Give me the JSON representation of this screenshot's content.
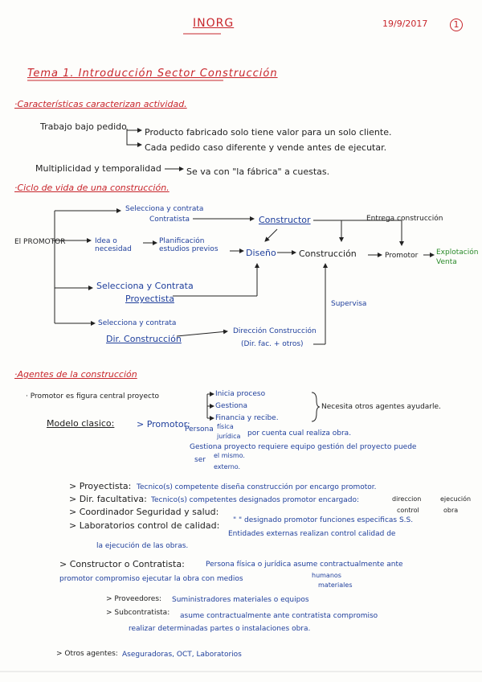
{
  "header": {
    "subject": "INORG",
    "date": "19/9/2017",
    "page_number": "1"
  },
  "title": "Tema 1. Introducción Sector Construcción",
  "section_caracteristicas": {
    "heading": "·Características caracterizan actividad.",
    "trabajo_bajo_pedido": "Trabajo bajo pedido",
    "tb_item1": "Producto fabricado solo tiene valor para un solo cliente.",
    "tb_item2": "Cada pedido caso diferente y vende antes de ejecutar.",
    "multiplicidad": "Multiplicidad y temporalidad",
    "multiplicidad_result": "Se va con \"la fábrica\" a cuestas."
  },
  "section_ciclo": {
    "heading": "·Ciclo de vida de una construcción.",
    "el_promotor": "El PROMOTOR",
    "idea": "Idea o necesidad",
    "planificacion": "Planificación estudios previos",
    "diseno": "Diseño",
    "construccion": "Construcción",
    "promotor": "Promotor",
    "explotacion": "Explotación",
    "venta": "Venta",
    "sel_constructor_1": "Selecciona y contrata",
    "sel_constructor_2": "Contratista",
    "constructor": "Constructor",
    "entrega": "Entrega construcción",
    "sel_proyectista": "Selecciona y Contrata",
    "proyectista": "Proyectista",
    "sel_dir": "Selecciona y contrata",
    "dir_construccion": "Dir. Construcción",
    "direccion_construccion": "Dirección Construcción",
    "dir_details": "(Dir. fac. + otros)",
    "supervisa": "Supervisa"
  },
  "section_agentes": {
    "heading": "·Agentes de la construcción",
    "promotor_figura": "· Promotor es figura central proyecto",
    "inicia": "Inicia proceso",
    "gestiona": "Gestiona",
    "financia": "Financia y recibe.",
    "necesita": "Necesita otros agentes ayudarle.",
    "modelo": "Modelo clasico:",
    "promotor_label": "> Promotor:",
    "persona": "Persona",
    "fisica": "física",
    "juridica": "jurídica",
    "por_cuenta": "por cuenta cual realiza obra.",
    "gestion_line": "Gestiona proyecto requiere equipo gestión del proyecto puede",
    "ser": "ser",
    "el_mismo": "el mismo.",
    "externo": "externo.",
    "proyectista_label": "> Proyectista:",
    "proyectista_text": "Tecnico(s) competente diseña construcción por encargo promotor.",
    "dir_fac_label": "> Dir. facultativa:",
    "dir_fac_text": "Tecnico(s) competentes designados promotor encargado:",
    "dir_fac_side1": "direccion",
    "dir_fac_side2": "ejecución",
    "dir_fac_side3": "control",
    "dir_fac_side4": "obra",
    "coord_label": "> Coordinador Seguridad y salud:",
    "coord_text": "\"  \" designado promotor funciones especificas S.S.",
    "lab_label": "> Laboratorios control de calidad:",
    "lab_text1": "Entidades externas realizan control calidad de",
    "lab_text2": "la ejecución de las obras.",
    "constructor_label": "> Constructor o Contratista:",
    "constructor_text1": "Persona física o jurídica asume contractualmente ante",
    "constructor_text2": "promotor compromiso ejecutar la obra con medios",
    "humanos": "humanos",
    "materiales": "materiales",
    "proveedores_label": "> Proveedores:",
    "proveedores_text": "Suministradores materiales o equipos",
    "subcontratista_label": "> Subcontratista:",
    "subcontratista_text1": "asume contractualmente ante contratista compromiso",
    "subcontratista_text2": "realizar determinadas partes o instalaciones obra.",
    "otros_label": "> Otros agentes:",
    "otros_text": "Aseguradoras, OCT, Laboratorios"
  },
  "colors": {
    "red_ink": "#c8262c",
    "black_ink": "#222222",
    "blue_ink": "#1f3f9c",
    "green_ink": "#2a8a2a"
  }
}
